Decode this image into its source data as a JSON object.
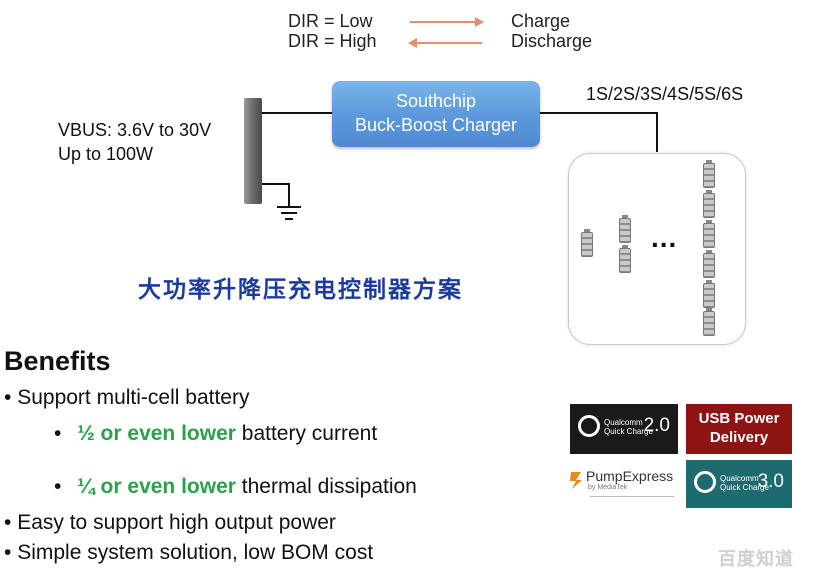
{
  "legend": {
    "row1_left": "DIR = Low",
    "row1_right": "Charge",
    "row2_left": "DIR = High",
    "row2_right": "Discharge",
    "arrow_color": "#e0906a"
  },
  "vbus": {
    "line1": "VBUS: 3.6V to 30V",
    "line2": "Up to 100W"
  },
  "charger": {
    "line1": "Southchip",
    "line2": "Buck-Boost Charger",
    "color": "#5b98db"
  },
  "battery": {
    "config_label": "1S/2S/3S/4S/5S/6S",
    "ellipsis": "..."
  },
  "chinese_title": "大功率升降压充电控制器方案",
  "benefits": {
    "title": "Benefits",
    "items": [
      {
        "bullet": "•",
        "text": "Support multi-cell battery"
      },
      {
        "bullet": "•",
        "highlight": "½ or even lower",
        "text": " battery current"
      },
      {
        "bullet": "•",
        "highlight": "¼ or even lower",
        "text": " thermal dissipation"
      },
      {
        "bullet": "•",
        "text": " Easy to support high output power"
      },
      {
        "bullet": "•",
        "text": " Simple system solution, low BOM cost"
      }
    ],
    "highlight_color": "#2aa24a"
  },
  "logos": {
    "qc20": {
      "brand": "Qualcomm",
      "sub": "Quick Charge",
      "version": "2.0"
    },
    "usbpd": {
      "line1": "USB Power",
      "line2": "Delivery"
    },
    "pump": {
      "name": "PumpExpress",
      "sub": "by MediaTek"
    },
    "qc30": {
      "brand": "Qualcomm",
      "sub": "Quick Charge",
      "version": "3.0"
    }
  },
  "watermark": {
    "text": "百度知道"
  }
}
